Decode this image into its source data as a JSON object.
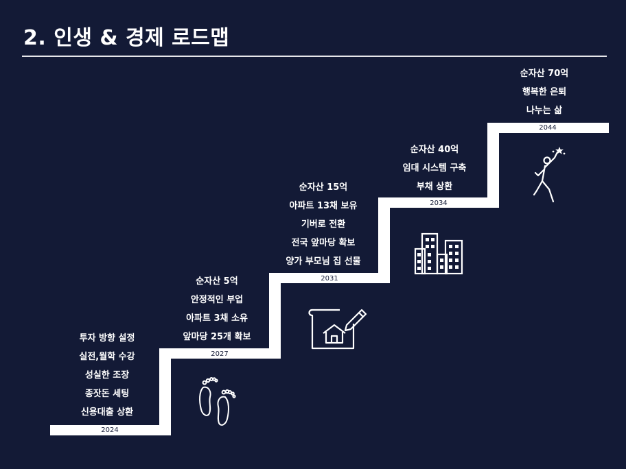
{
  "page": {
    "title": "2. 인생 & 경제 로드맵"
  },
  "roadmap": {
    "steps": [
      {
        "year": "2024",
        "goals": [
          "투자 방향 설정",
          "실전,월학 수강",
          "성실한 조장",
          "종잣돈 세팅",
          "신용대출 상환"
        ],
        "icon": "footprints-icon"
      },
      {
        "year": "2027",
        "goals": [
          "순자산 5억",
          "안정적인 부업",
          "아파트 3채 소유",
          "앞마당 25개 확보"
        ],
        "icon": "house-blueprint-icon"
      },
      {
        "year": "2031",
        "goals": [
          "순자산 15억",
          "아파트 13채 보유",
          "기버로 전환",
          "전국 앞마당 확보",
          "양가 부모님 집 선물"
        ],
        "icon": "buildings-icon"
      },
      {
        "year": "2034",
        "goals": [
          "순자산 40억",
          "임대 시스템 구축",
          "부채 상환"
        ],
        "icon": "reaching-star-icon"
      },
      {
        "year": "2044",
        "goals": [
          "순자산 70억",
          "행복한 은퇴",
          "나누는 삶"
        ]
      }
    ]
  },
  "colors": {
    "background": "#131a36",
    "stairs": "#ffffff",
    "text": "#ffffff"
  }
}
